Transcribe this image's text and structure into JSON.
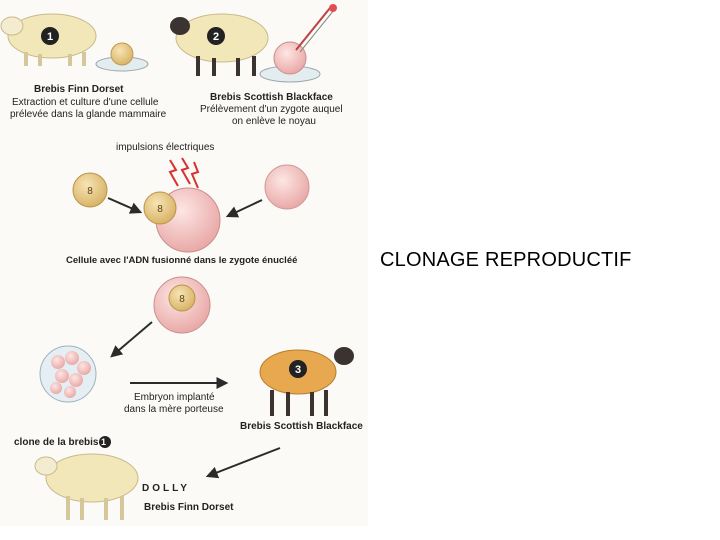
{
  "slide": {
    "title": "CLONAGE REPRODUCTIF"
  },
  "diagram": {
    "step1": {
      "number": "1",
      "sheep_label": "Brebis Finn Dorset",
      "desc_line1": "Extraction et culture d'une cellule",
      "desc_line2": "prélevée dans la glande mammaire"
    },
    "step2": {
      "number": "2",
      "sheep_label": "Brebis Scottish Blackface",
      "desc_line1": "Prélèvement d'un zygote auquel",
      "desc_line2": "on enlève le noyau"
    },
    "electric_label": "impulsions électriques",
    "fusion_label": "Cellule avec l'ADN fusionné dans le zygote énucléé",
    "embryo_line1": "Embryon implanté",
    "embryo_line2": "dans la mère porteuse",
    "step3": {
      "number": "3",
      "sheep_label": "Brebis Scottish Blackface"
    },
    "clone_label": "clone de la brebis",
    "clone_badge": "1",
    "dolly_name": "DOLLY",
    "dolly_breed": "Brebis Finn Dorset"
  },
  "colors": {
    "sheep_wool": "#f2e7b8",
    "sheep_ginger": "#e8a850",
    "cell_pink": "#f0c2c0",
    "nucleus": "#e7c98a",
    "arrow": "#2b2b2b",
    "lightning": "#d93030"
  }
}
